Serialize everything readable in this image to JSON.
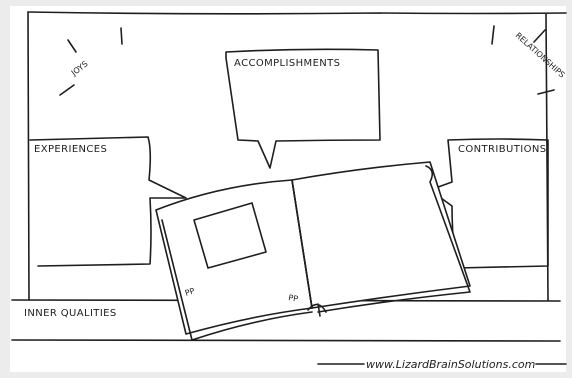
{
  "labels": {
    "joys": "JOYS",
    "accomplishments": "ACCOMPLISHMENTS",
    "relationships": "RELATIONSHIPS",
    "experiences": "EXPERIENCES",
    "contributions": "CONTRIBUTIONS",
    "inner_qualities": "INNER QUALITIES",
    "website": "www.LizardBrainSolutions.com"
  },
  "book": {
    "left_page_marks": "PP",
    "right_page_marks": "PP"
  },
  "colors": {
    "background": "#ececec",
    "paper": "#ffffff",
    "ink": "#1e1e1e"
  }
}
